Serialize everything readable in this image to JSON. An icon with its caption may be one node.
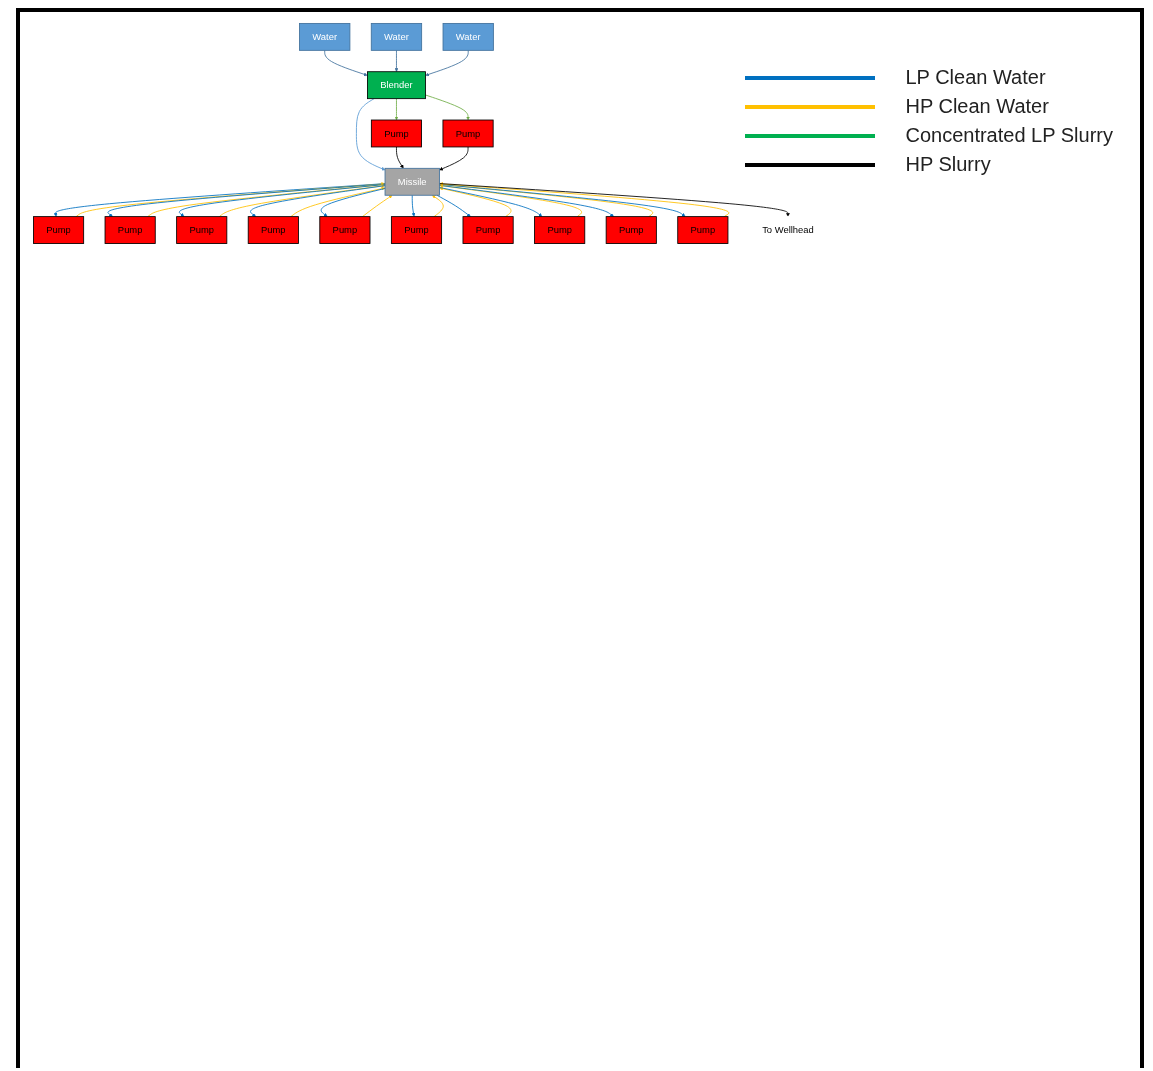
{
  "diagram": {
    "nodes": [
      {
        "text": [
          "Water"
        ]
      },
      {
        "text": [
          "Water"
        ]
      },
      {
        "text": [
          "Water"
        ]
      },
      {
        "text": [
          "Blender"
        ]
      },
      {
        "text": [
          "Pump"
        ]
      },
      {
        "text": [
          "Pump"
        ]
      },
      {
        "text": [
          "Missile"
        ]
      },
      {
        "text": [
          "Pump"
        ]
      },
      {
        "text": [
          "Pump"
        ]
      },
      {
        "text": [
          "Pump"
        ]
      },
      {
        "text": [
          "Pump"
        ]
      },
      {
        "text": [
          "Pump"
        ]
      },
      {
        "text": [
          "Pump"
        ]
      },
      {
        "text": [
          "Pump"
        ]
      },
      {
        "text": [
          "Pump"
        ]
      },
      {
        "text": [
          "Pump"
        ]
      },
      {
        "text": [
          "Pump"
        ]
      },
      {
        "text": [
          "To Wellhead"
        ]
      }
    ],
    "edges": [
      {
        "from": 0,
        "to": 3,
        "arrow": "to",
        "color": "#41719c"
      },
      {
        "from": 1,
        "to": 3,
        "arrow": "to",
        "color": "#41719c"
      },
      {
        "from": 2,
        "to": 3,
        "arrow": "to",
        "color": "#41719c"
      },
      {
        "from": 3,
        "to": 4,
        "arrow": "to",
        "color": "#70ad47"
      },
      {
        "from": 3,
        "to": 6,
        "arrow": "to",
        "color": "#5b9bd5"
      },
      {
        "from": 3,
        "to": 5,
        "arrow": "to",
        "color": "#70ad47"
      },
      {
        "from": 4,
        "to": 6,
        "arrow": "to",
        "color": "#000000"
      },
      {
        "from": 5,
        "to": 6,
        "arrow": "to",
        "color": "#000000"
      },
      {
        "from": 6,
        "to": 7,
        "arrow": "to",
        "color": "#0070c0"
      },
      {
        "from": 7,
        "to": 6,
        "arrow": "to",
        "color": "#ffc000"
      },
      {
        "from": 6,
        "to": 8,
        "arrow": "to",
        "color": "#0070c0"
      },
      {
        "from": 8,
        "to": 6,
        "arrow": "to",
        "color": "#ffc000"
      },
      {
        "from": 6,
        "to": 9,
        "arrow": "to",
        "color": "#0070c0"
      },
      {
        "from": 9,
        "to": 6,
        "arrow": "to",
        "color": "#ffc000"
      },
      {
        "from": 6,
        "to": 10,
        "arrow": "to",
        "color": "#0070c0"
      },
      {
        "from": 10,
        "to": 6,
        "arrow": "to",
        "color": "#ffc000"
      },
      {
        "from": 6,
        "to": 11,
        "arrow": "to",
        "color": "#0070c0"
      },
      {
        "from": 11,
        "to": 6,
        "arrow": "to",
        "color": "#ffc000"
      },
      {
        "from": 6,
        "to": 12,
        "arrow": "to",
        "color": "#0070c0"
      },
      {
        "from": 12,
        "to": 6,
        "arrow": "to",
        "color": "#ffc000"
      },
      {
        "from": 6,
        "to": 13,
        "arrow": "to",
        "color": "#0070c0"
      },
      {
        "from": 13,
        "to": 6,
        "arrow": "to",
        "color": "#ffc000"
      },
      {
        "from": 6,
        "to": 14,
        "arrow": "to",
        "color": "#0070c0"
      },
      {
        "from": 14,
        "to": 6,
        "arrow": "to",
        "color": "#ffc000"
      },
      {
        "from": 6,
        "to": 15,
        "arrow": "to",
        "color": "#0070c0"
      },
      {
        "from": 15,
        "to": 6,
        "arrow": "to",
        "color": "#ffc000"
      },
      {
        "from": 6,
        "to": 16,
        "arrow": "to",
        "color": "#0070c0"
      },
      {
        "from": 16,
        "to": 6,
        "arrow": "to",
        "color": "#ffc000"
      },
      {
        "from": 6,
        "to": 17,
        "arrow": "to",
        "color": "#000000"
      }
    ],
    "legend": [
      {
        "text": "LP Clean Water",
        "color": "#0070c0"
      },
      {
        "text": "HP Clean Water",
        "color": "#ffc000"
      },
      {
        "text": "Concentrated LP Slurry",
        "color": "#00b050"
      },
      {
        "text": "HP Slurry",
        "color": "#000000"
      }
    ]
  }
}
